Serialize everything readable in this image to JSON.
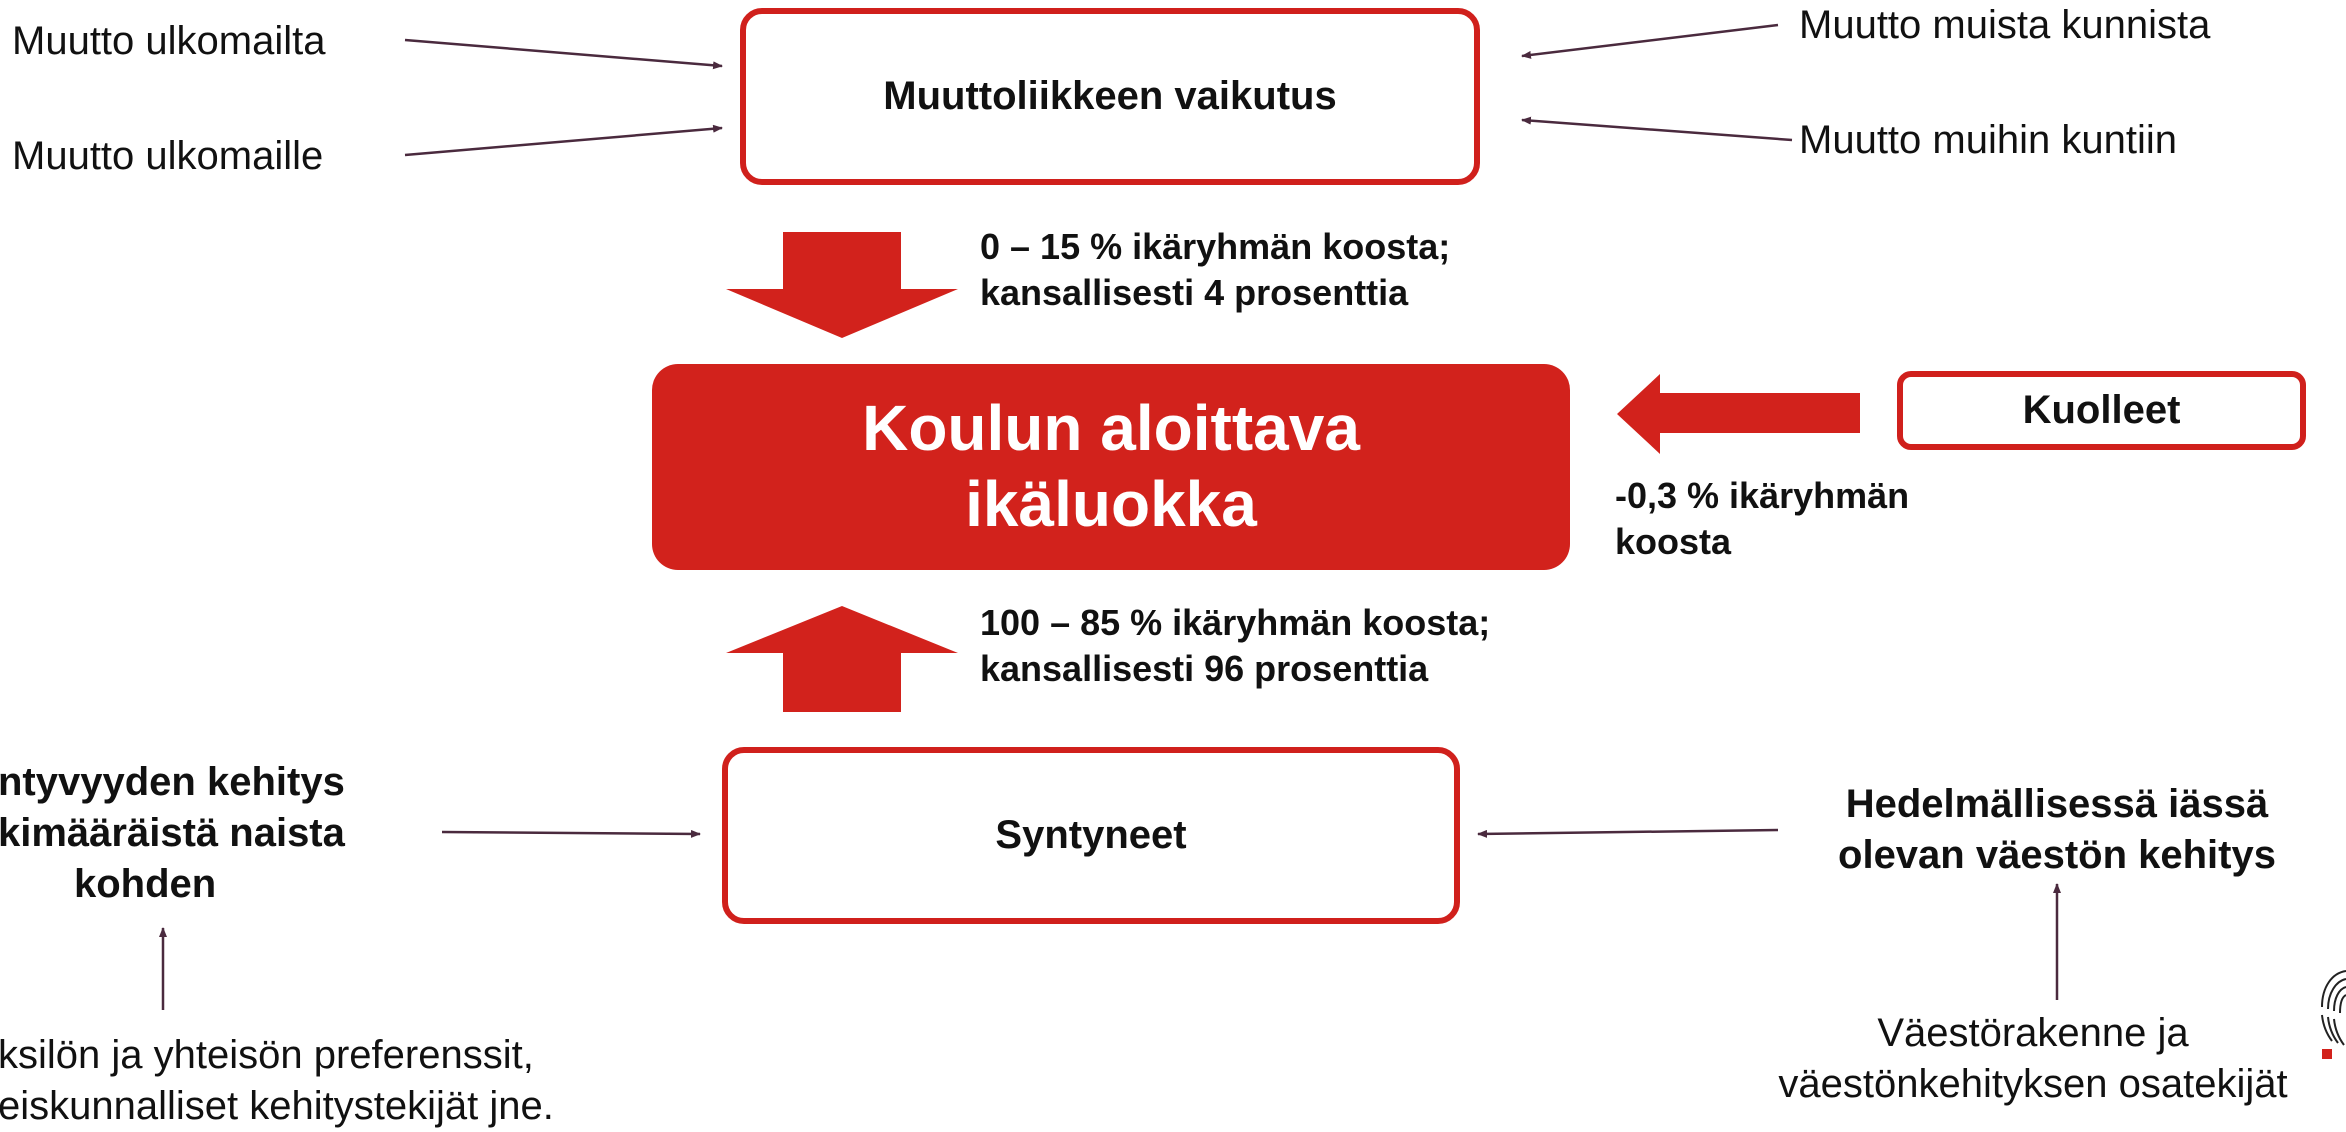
{
  "top_box": "Muuttoliikkeen vaikutus",
  "center_box": {
    "line1": "Koulun aloittava",
    "line2": "ikäluokka"
  },
  "right_box": "Kuolleet",
  "bottom_box": "Syntyneet",
  "migration_in_abroad": "Muutto ulkomailta",
  "migration_out_abroad": "Muutto ulkomaille",
  "migration_in_municipal": "Muutto muista kunnista",
  "migration_out_municipal": "Muutto muihin kuntiin",
  "migration_note": {
    "line1": "0 – 15 % ikäryhmän koosta;",
    "line2": "kansallisesti 4 prosenttia"
  },
  "births_note": {
    "line1": "100 – 85 % ikäryhmän koosta;",
    "line2": "kansallisesti 96 prosenttia"
  },
  "deaths_note": {
    "line1": "-0,3 % ikäryhmän",
    "line2": "koosta"
  },
  "fertility": {
    "line1": "ntyvyyden kehitys",
    "line2": "kimääräistä naista",
    "line3": "kohden"
  },
  "fertility_factors": {
    "line1": "ksilön ja yhteisön preferenssit,",
    "line2": "eiskunnalliset kehitystekijät jne."
  },
  "fertile_population": {
    "line1": "Hedelmällisessä iässä",
    "line2": "olevan väestön kehitys"
  },
  "population_factors": {
    "line1": "Väestörakenne ja",
    "line2": "väestönkehityksen osatekijät"
  },
  "colors": {
    "accent": "#d2221c",
    "connector": "#4a2a3e"
  }
}
